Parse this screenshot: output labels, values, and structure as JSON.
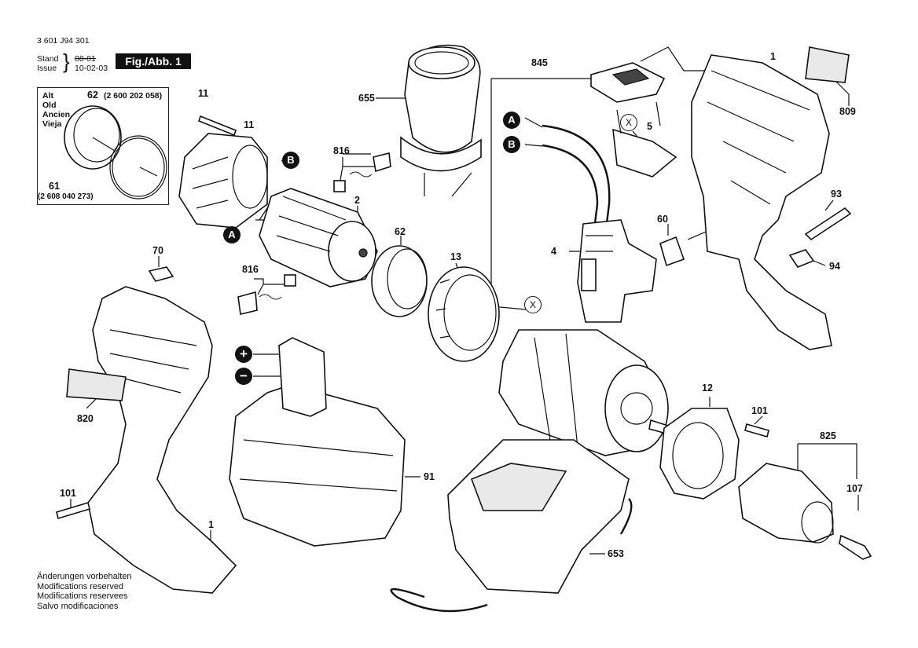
{
  "header": {
    "part_number": "3 601 J94 301",
    "stand_label": "Stand",
    "issue_label": "Issue",
    "stand_date": "08-01",
    "issue_date": "10-02-03",
    "figure_label": "Fig./Abb. 1"
  },
  "alt_box": {
    "labels": [
      "Alt",
      "Old",
      "Ancien",
      "Vieja"
    ],
    "part_62_ref": "62",
    "part_62_code": "(2 600 202 058)",
    "part_61_ref": "61",
    "part_61_code": "(2 608 040 273)"
  },
  "part_labels": {
    "p845": "845",
    "p1_top": "1",
    "p809": "809",
    "p655": "655",
    "p11_screw": "11",
    "p11_housing": "11",
    "p816_top": "816",
    "p2": "2",
    "p62": "62",
    "p13": "13",
    "p5": "5",
    "p4": "4",
    "p60": "60",
    "p93": "93",
    "p94": "94",
    "p70": "70",
    "p816_bottom": "816",
    "p820": "820",
    "p101_left": "101",
    "p1_left": "1",
    "p91": "91",
    "p12": "12",
    "p101_right": "101",
    "p825": "825",
    "p107": "107",
    "p653": "653"
  },
  "callouts": {
    "A": "A",
    "B": "B",
    "X": "X",
    "plus": "+",
    "minus": "−"
  },
  "disclaimer": [
    "Änderungen vorbehalten",
    "Modifications reserved",
    "Modifications reservees",
    "Salvo modificaciones"
  ]
}
